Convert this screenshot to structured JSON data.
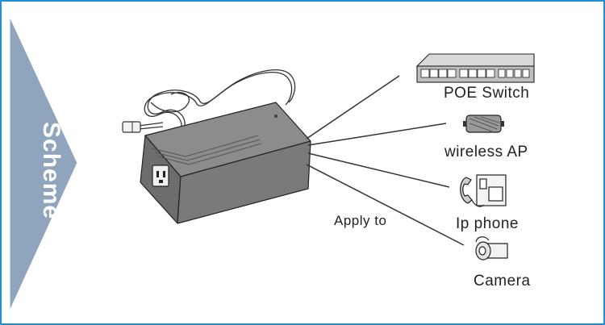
{
  "side_tab": {
    "label": "Scheme",
    "color": "#8fa4bd"
  },
  "frame": {
    "border_color": "#1f8fd6"
  },
  "adapter": {
    "name": "power-adapter",
    "fill_color": "#7a7a7a"
  },
  "connector_label": "Apply to",
  "devices": [
    {
      "name": "POE Switch",
      "icon": "poe-switch-icon"
    },
    {
      "name": "wireless AP",
      "icon": "wireless-ap-icon"
    },
    {
      "name": "Ip phone",
      "icon": "ip-phone-icon"
    },
    {
      "name": "Camera",
      "icon": "camera-icon"
    }
  ]
}
